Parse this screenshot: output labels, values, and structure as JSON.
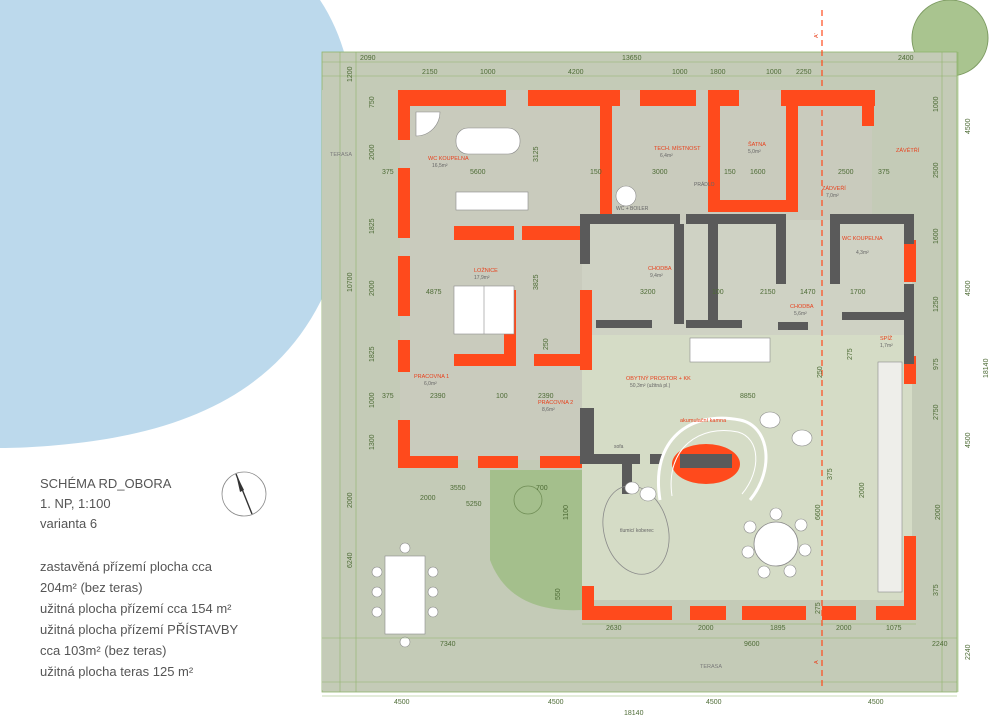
{
  "title_block": {
    "title": "SCHÉMA RD_OBORA",
    "floor_scale": "1. NP, 1:100",
    "variant": "varianta 6"
  },
  "areas": [
    "zastavěná přízemí plocha cca",
    "204m² (bez teras)",
    "užitná plocha přízemí cca 154 m²",
    "užitná plocha přízemí PŘÍSTAVBY",
    "cca 103m² (bez teras)",
    "užitná plocha teras 125 m²"
  ],
  "section_marks": {
    "top": "A'",
    "bottom": "A"
  },
  "rooms": {
    "wc_koupelna_big": {
      "name": "WC KOUPELNA",
      "area": "16,5m²"
    },
    "tech_mistnost": {
      "name": "TECH. MÍSTNOST",
      "area": "6,4m²"
    },
    "satna": {
      "name": "ŠATNA",
      "area": "5,0m²"
    },
    "zadveri": {
      "name": "ZÁDVEŘÍ",
      "area": "7,0m²"
    },
    "zavetri": {
      "name": "ZÁVĚTŘÍ"
    },
    "loznice": {
      "name": "LOŽNICE",
      "area": "17,9m²"
    },
    "chodba1": {
      "name": "CHODBA",
      "area": "9,4m²"
    },
    "chodba2": {
      "name": "CHODBA",
      "area": "5,6m²"
    },
    "wc_koupelna_small": {
      "name": "WC KOUPELNA",
      "area": "4,3m²"
    },
    "spiz": {
      "name": "SPÍŽ",
      "area": "1,7m²"
    },
    "pracovna1": {
      "name": "PRACOVNA 1",
      "area": "6,0m²"
    },
    "pracovna2": {
      "name": "PRACOVNA 2",
      "area": "8,6m²"
    },
    "obytny": {
      "name": "OBYTNÝ PROSTOR + KK",
      "area": "50,3m² (užitná pl.)"
    },
    "teras_left": {
      "name": "TERASA"
    },
    "teras_bottom": {
      "name": "TERASA"
    }
  },
  "dims": {
    "top_outer": [
      "2090",
      "13650",
      "2400"
    ],
    "top_inner": [
      "2150",
      "1000",
      "4200",
      "1000",
      "1800",
      "1000",
      "2250"
    ],
    "left_outer": [
      "1200",
      "10700",
      "2000",
      "6240"
    ],
    "left_inner": [
      "750",
      "2000",
      "1825",
      "2000",
      "1825",
      "1000",
      "1300"
    ],
    "right_outer": [
      "4500",
      "4500",
      "4500",
      "18140"
    ],
    "right_inner": [
      "1000",
      "2500",
      "1600",
      "1250",
      "975",
      "2750",
      "375",
      "2240"
    ],
    "bottom_outer": [
      "4500",
      "4500",
      "4500",
      "4500"
    ],
    "bottom_total": "18140",
    "bottom_inner": [
      "7340",
      "9600",
      "2240"
    ],
    "bottom_detail": [
      "2630",
      "2000",
      "1895",
      "2000",
      "1075"
    ],
    "mid_h": [
      "5600",
      "3000",
      "1600",
      "2500",
      "4875",
      "3200",
      "2150",
      "1470",
      "1700",
      "2390",
      "2390",
      "8850",
      "3550",
      "5250",
      "700"
    ],
    "mid_v": [
      "3125",
      "3825",
      "6600",
      "1100",
      "550"
    ],
    "small": [
      "375",
      "150",
      "150",
      "375",
      "375",
      "100",
      "100",
      "250",
      "250",
      "275",
      "275",
      "375",
      "2000",
      "2000",
      "2000"
    ]
  },
  "labels": {
    "boiler": "WC + BOILER",
    "pradlo": "PRÁDLO",
    "sofa": "sofa",
    "kitchen_island": "akumulační kamna",
    "rug": "tlumicí koberec"
  },
  "colors": {
    "wall": "#ff4a1c",
    "inner_wall": "#5a5a5a",
    "interior": "#c9cbbd",
    "living": "#d5dcc6",
    "terrace": "#c4cbb7",
    "lawn": "#a4bf8c",
    "water": "#bcd9ec",
    "dim_line": "#8fb36c"
  }
}
